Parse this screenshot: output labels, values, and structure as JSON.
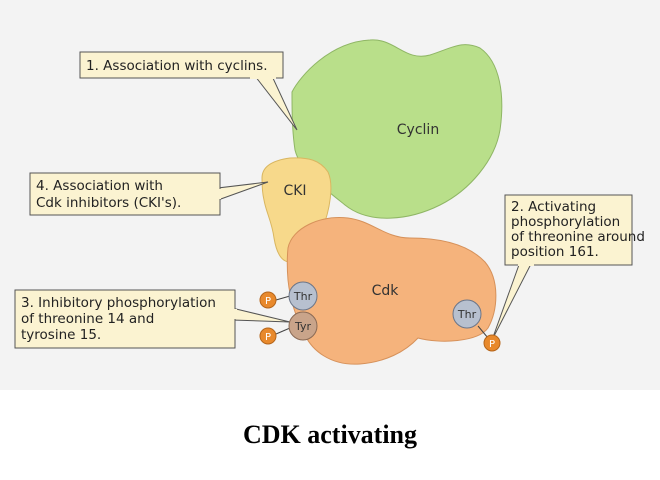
{
  "diagram": {
    "proteins": {
      "cyclin": "Cyclin",
      "cki": "CKI",
      "cdk": "Cdk"
    },
    "residues": {
      "thr_left": "Thr",
      "tyr": "Tyr",
      "thr_right": "Thr"
    },
    "phosphate": "P",
    "callouts": {
      "c1": [
        "1. Association with cyclins."
      ],
      "c2": [
        "2. Activating",
        "phosphorylation",
        "of threonine around",
        "position 161."
      ],
      "c3": [
        "3. Inhibitory phosphorylation",
        "of threonine 14 and",
        "tyrosine 15."
      ],
      "c4": [
        "4. Association with",
        "Cdk inhibitors (CKI's)."
      ]
    },
    "colors": {
      "cyclin": "#b9df8a",
      "cki": "#f7d98b",
      "cdk": "#f5b37c",
      "residue_thr": "#b7c0cf",
      "residue_tyr": "#c9a48a",
      "phosphate": "#e8892c",
      "callout_fill": "#fbf3d1"
    }
  },
  "caption": "CDK activating"
}
